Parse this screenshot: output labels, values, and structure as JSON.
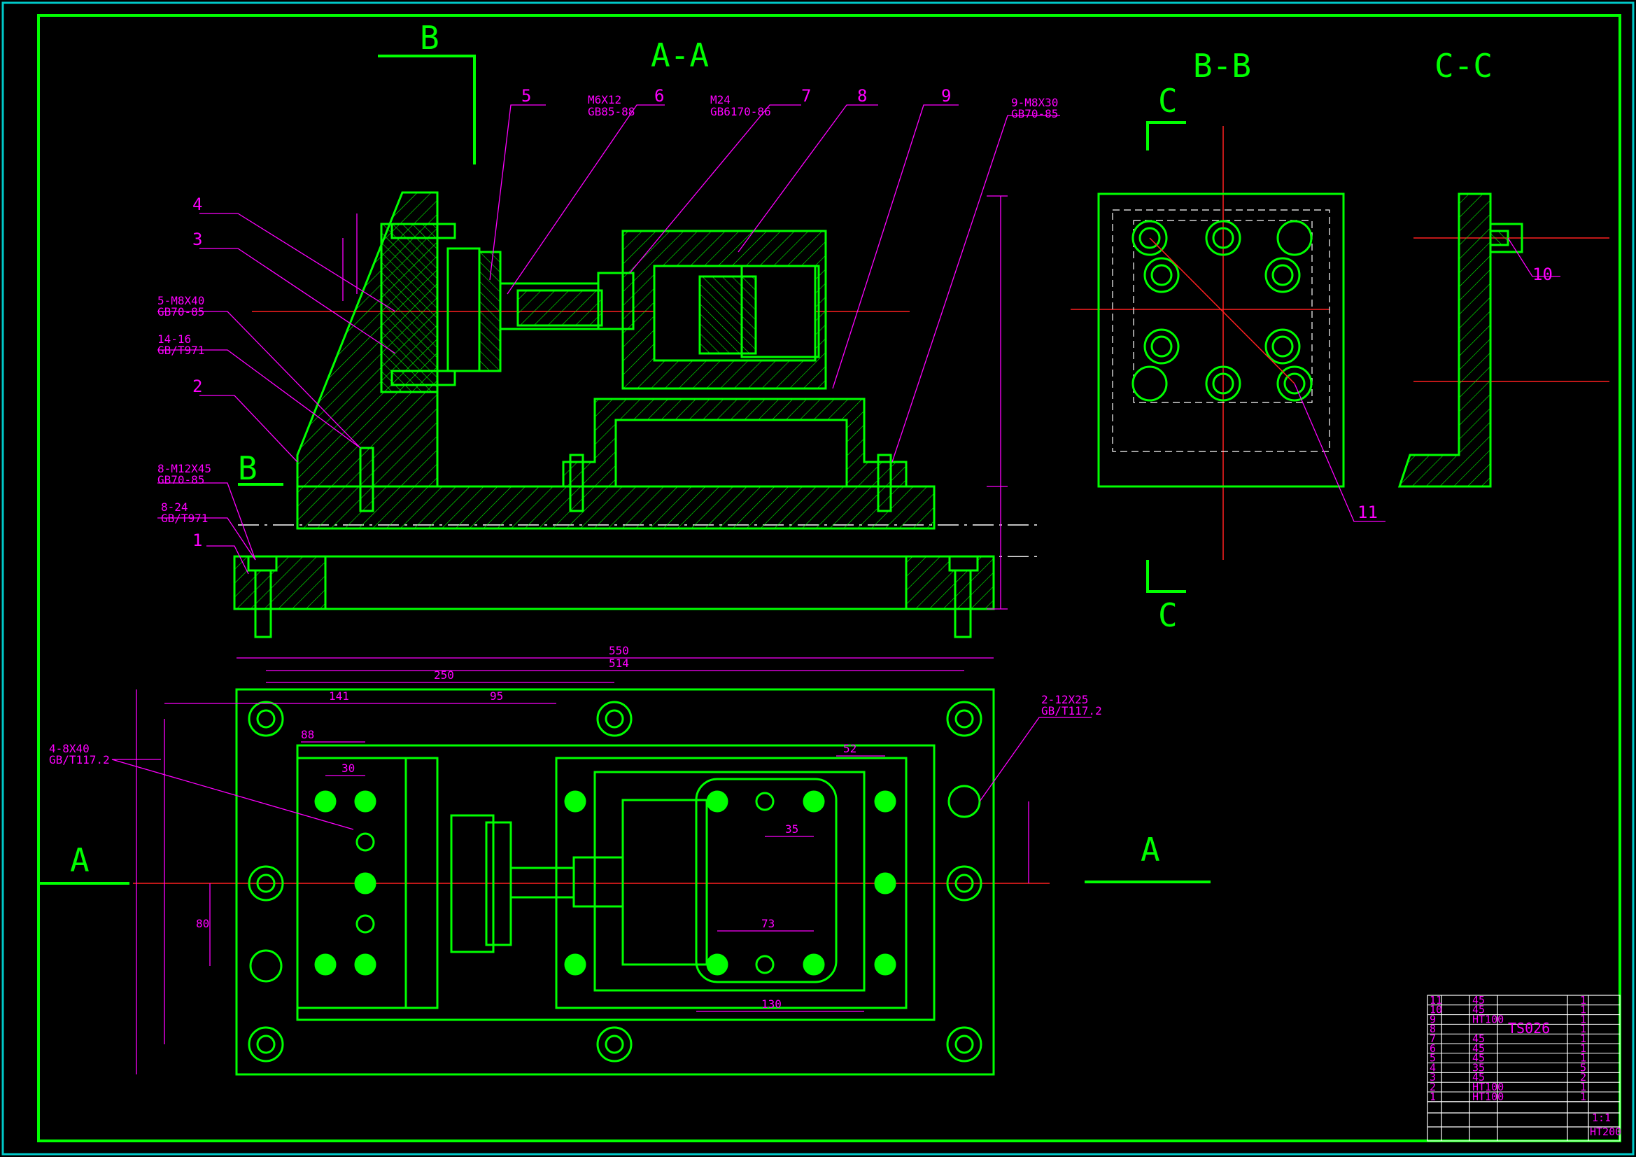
{
  "colors": {
    "background": "#000000",
    "frame_outer": "#00c8c8",
    "outline": "#00ff00",
    "annotation": "#ff00ff",
    "center_line": "#ff2020",
    "hidden": "#ffffff"
  },
  "views": {
    "aa": "A-A",
    "bb": "B-B",
    "cc": "C-C"
  },
  "section_marks": {
    "a_left": "A",
    "a_right": "A",
    "b_top": "B",
    "b_left": "B",
    "c_top": "C",
    "c_bottom": "C"
  },
  "callouts": {
    "c1": "1",
    "c2": "2",
    "c3": "3",
    "c4": "4",
    "c5": "5",
    "c6": "6",
    "c7": "7",
    "c8": "8",
    "c9": "9",
    "c10": "10",
    "c11": "11",
    "m6_spec": "M6X12",
    "m6_std": "GB85-88",
    "m24_spec": "M24",
    "m24_std": "GB6170-86",
    "m8_9_spec": "9-M8X30",
    "m8_9_std": "GB70-85",
    "m8_5_spec": "5-M8X40",
    "m8_5_std": "GB70-85",
    "w14_spec": "14-16",
    "w14_std": "GB/T971",
    "m12_spec": "8-M12X45",
    "m12_std": "GB70-85",
    "w8_spec": "8-24",
    "w8_std": "GB/T971",
    "pin4_spec": "4-8X40",
    "pin4_std": "GB/T117.2",
    "pin2_spec": "2-12X25",
    "pin2_std": "GB/T117.2"
  },
  "dimensions": {
    "overall_length": "550",
    "bolt_span": "514",
    "d250": "250",
    "d141": "141",
    "d95": "95",
    "d88": "88",
    "d30": "30",
    "d52": "52",
    "d73": "73",
    "d35": "35",
    "d130": "130",
    "d80": "80"
  },
  "title_block": {
    "rows": [
      {
        "no": "11",
        "qty": "1",
        "mat": "45"
      },
      {
        "no": "10",
        "qty": "1",
        "mat": "45"
      },
      {
        "no": "9",
        "qty": "1",
        "mat": "HT100"
      },
      {
        "no": "8",
        "qty": "1",
        "mat": ""
      },
      {
        "no": "7",
        "qty": "1",
        "mat": "45"
      },
      {
        "no": "6",
        "qty": "1",
        "mat": "45"
      },
      {
        "no": "5",
        "qty": "1",
        "mat": "45"
      },
      {
        "no": "4",
        "qty": "5",
        "mat": "35"
      },
      {
        "no": "3",
        "qty": "2",
        "mat": "45"
      },
      {
        "no": "2",
        "qty": "1",
        "mat": "HT100"
      },
      {
        "no": "1",
        "qty": "1",
        "mat": "HT100"
      }
    ],
    "drawing_no": "TS026",
    "scale": "1:1",
    "material": "HT200"
  }
}
